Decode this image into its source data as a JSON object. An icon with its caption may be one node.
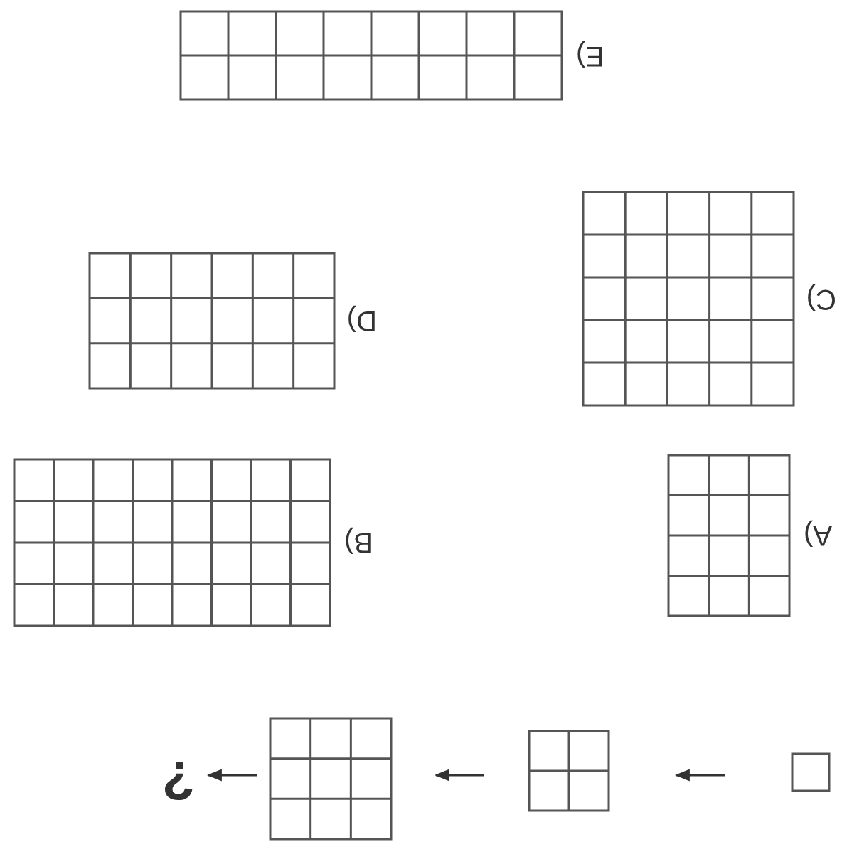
{
  "diagram": {
    "nodes": [
      {
        "text": [],
        "shape": "box"
      },
      {
        "text": [],
        "shape": "grid"
      },
      {
        "text": [],
        "shape": "grid"
      },
      {
        "text": [
          "?"
        ]
      },
      {
        "text": [
          "A)"
        ]
      },
      {
        "text": [
          "B)"
        ]
      },
      {
        "text": [
          "C)"
        ]
      },
      {
        "text": [
          "D)"
        ]
      },
      {
        "text": [
          "E)"
        ]
      }
    ],
    "edges": [
      {
        "from": 0,
        "to": 2,
        "arrow": "to"
      },
      {
        "from": 2,
        "to": 1,
        "arrow": "to"
      },
      {
        "from": 1,
        "to": 3,
        "arrow": "to"
      }
    ]
  }
}
